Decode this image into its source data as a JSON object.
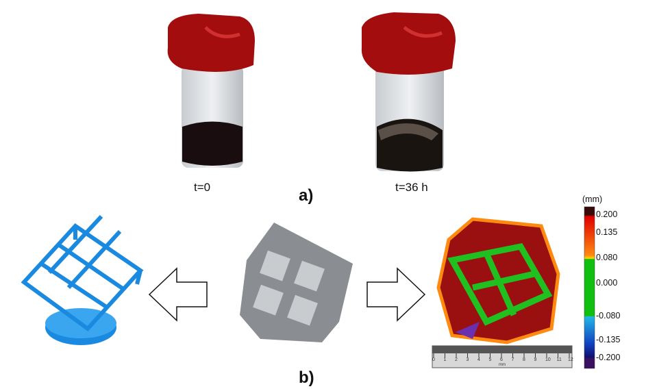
{
  "panel_a": {
    "label": "a)",
    "vials": [
      {
        "caption": "t=0"
      },
      {
        "caption": "t=36 h"
      }
    ]
  },
  "panel_b": {
    "label": "b)",
    "colorbar": {
      "unit": "(mm)",
      "ticks": [
        "0.200",
        "0.135",
        "0.080",
        "0.000",
        "-0.080",
        "-0.135",
        "-0.200"
      ],
      "colors": [
        "#3a0a0a",
        "#e00000",
        "#ff7a10",
        "#ffd800",
        "#10c010",
        "#20b0e0",
        "#1040c0",
        "#101070",
        "#3a1060"
      ]
    },
    "ruler": {
      "ticks": [
        "0",
        "1",
        "2",
        "3",
        "4",
        "5",
        "6",
        "7",
        "8",
        "9",
        "10",
        "11",
        "12"
      ],
      "unit": "mm"
    }
  }
}
